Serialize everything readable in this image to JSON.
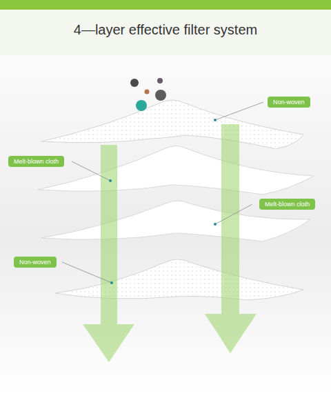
{
  "diagram": {
    "title": "4—layer effective filter system",
    "nodes": [
      {
        "text": [
          "Non-woven"
        ]
      },
      {
        "text": [
          "Melt-blown cloth"
        ]
      },
      {
        "text": [
          "Melt-blown cloth"
        ]
      },
      {
        "text": [
          "Non-woven"
        ]
      }
    ]
  }
}
